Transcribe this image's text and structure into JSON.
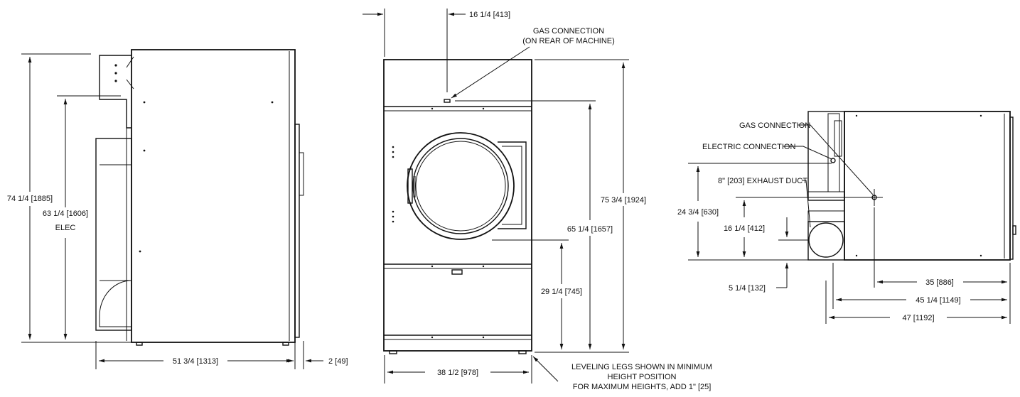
{
  "side_view": {
    "dim_overall_height": "74 1/4 [1885]",
    "dim_elec_height": "63 1/4 [1606]",
    "dim_elec_label": "ELEC",
    "dim_depth": "51 3/4 [1313]",
    "dim_offset": "2 [49]"
  },
  "front_view": {
    "dim_gas_offset": "16 1/4 [413]",
    "gas_note_line1": "GAS CONNECTION",
    "gas_note_line2": "(ON REAR OF MACHINE)",
    "dim_total_height": "75 3/4 [1924]",
    "dim_gas_height": "65 1/4 [1657]",
    "dim_door_center": "29 1/4 [745]",
    "dim_width": "38 1/2 [978]",
    "legs_note_line1": "LEVELING LEGS SHOWN IN MINIMUM",
    "legs_note_line2": "HEIGHT POSITION",
    "legs_note_line3": "FOR MAXIMUM HEIGHTS, ADD 1\" [25]"
  },
  "top_view": {
    "label_gas": "GAS CONNECTION",
    "label_electric": "ELECTRIC CONNECTION",
    "label_exhaust": "8\" [203] EXHAUST DUCT",
    "dim_24": "24 3/4 [630]",
    "dim_16": "16 1/4 [412]",
    "dim_5": "5 1/4 [132]",
    "dim_35": "35 [886]",
    "dim_45": "45 1/4 [1149]",
    "dim_47": "47 [1192]"
  }
}
